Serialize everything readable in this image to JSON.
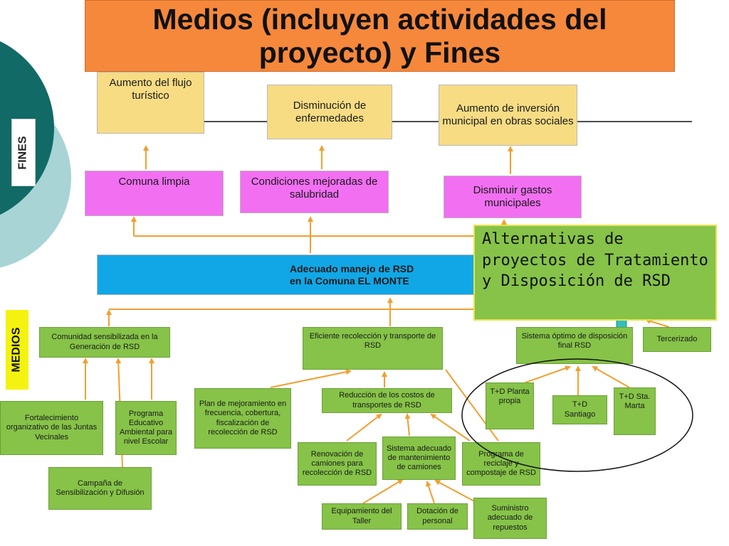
{
  "title": "Medios (incluyen actividades del proyecto) y Fines",
  "side_labels": {
    "fines": "FINES",
    "medios": "MEDIOS"
  },
  "fines": [
    "Aumento del flujo turístico",
    "Disminución de enfermedades",
    "Aumento de inversión municipal en  obras sociales"
  ],
  "intermediate": [
    "Comuna limpia",
    "Condiciones mejoradas de salubridad",
    "Disminuir  gastos municipales"
  ],
  "central_goal": {
    "line1": "Adecuado  manejo de RSD",
    "line2": "en la Comuna    EL MONTE"
  },
  "alternatives_callout": "Alternativas de proyectos de Tratamiento y Disposición de RSD",
  "medios": {
    "level1": [
      "Comunidad sensibilizada en la Generación de RSD",
      "Eficiente recolección y transporte de RSD",
      "Sistema óptimo de disposición final RSD",
      "Tercerizado"
    ],
    "community_actions": [
      "Fortalecimiento organizativo  de las Juntas Vecinales",
      "Programa Educativo Ambiental para nivel Escolar",
      "Campaña de Sensibilización y Difusión"
    ],
    "collection_actions": {
      "plan": "Plan de mejoramiento en frecuencia, cobertura, fiscalización de recolección de RSD",
      "cost_reduction": "Reducción de los costos de transportes de RSD",
      "renovation": "Renovación de camiones para recolección de RSD",
      "maintenance": "Sistema adecuado de mantenimiento de camiones",
      "recycling": "Programa de reciclaje  y compostaje de RSD",
      "workshop": "Equipamiento del Taller",
      "staff": "Dotación de personal",
      "parts": "Suministro adecuado de repuestos"
    },
    "disposal_options": [
      "T+D Planta propia",
      "T+D Santiago",
      "T+D Sta. Marta"
    ]
  },
  "colors": {
    "title_bg": "#f6883c",
    "fines_bg": "#f7dc84",
    "intermediate_bg": "#f26ff2",
    "goal_bg": "#11a7e6",
    "medios_bg": "#86c348",
    "arrow": "#f0a030",
    "connector": "#2fbfbf"
  }
}
